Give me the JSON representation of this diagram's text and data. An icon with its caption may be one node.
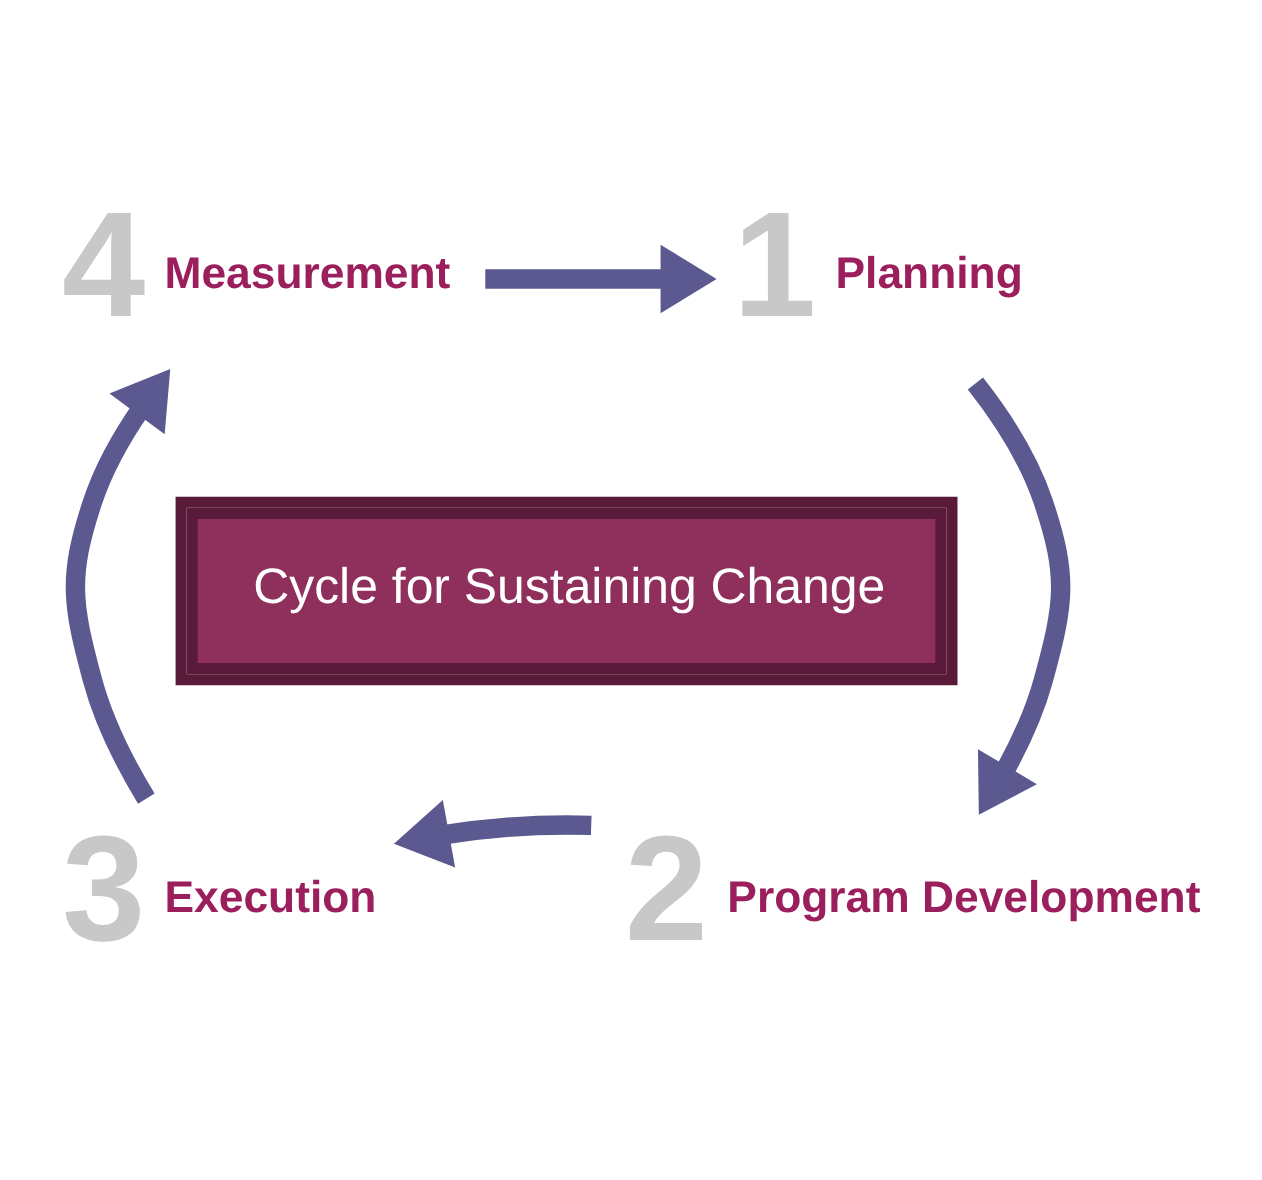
{
  "diagram": {
    "nodes": [
      {
        "text": [
          "4",
          "Measurement"
        ]
      },
      {
        "text": [
          "1",
          "Planning"
        ]
      },
      {
        "text": [
          "Cycle for Sustaining Change"
        ]
      },
      {
        "text": [
          "2",
          "Program Development"
        ]
      },
      {
        "text": [
          "3",
          "Execution"
        ]
      }
    ],
    "edges": [
      {
        "from": 0,
        "to": 1,
        "arrow": "to"
      },
      {
        "from": 1,
        "to": 3,
        "arrow": "to"
      },
      {
        "from": 3,
        "to": 4,
        "arrow": "to"
      },
      {
        "from": 4,
        "to": 0,
        "arrow": "to"
      }
    ]
  }
}
